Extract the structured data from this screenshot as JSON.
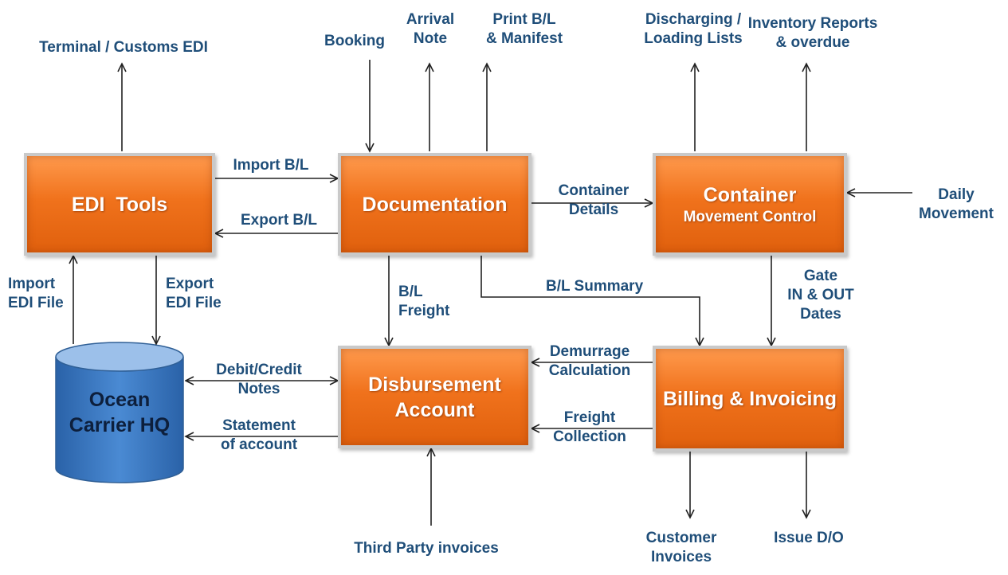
{
  "boxes": {
    "edi_tools": "EDI  Tools",
    "documentation": "Documentation",
    "container_title": "Container",
    "container_subtitle": "Movement Control",
    "disbursement": "Disbursement\nAccount",
    "billing": "Billing & Invoicing",
    "database": "Ocean\nCarrier HQ"
  },
  "labels": {
    "terminal_customs_edi": "Terminal / Customs EDI",
    "booking": "Booking",
    "arrival_note": "Arrival\nNote",
    "print_bl_manifest": "Print B/L\n& Manifest",
    "discharging_loading": "Discharging /\nLoading Lists",
    "inventory_reports": "Inventory Reports\n& overdue",
    "import_bl": "Import B/L",
    "export_bl": "Export B/L",
    "container_details": "Container\nDetails",
    "daily_movement": "Daily\nMovement",
    "import_edi_file": "Import\nEDI File",
    "export_edi_file": "Export\nEDI File",
    "bl_freight": "B/L\nFreight",
    "bl_summary": "B/L Summary",
    "gate_dates": "Gate\nIN & OUT\nDates",
    "debit_credit_notes": "Debit/Credit\nNotes",
    "statement_of_account": "Statement\nof account",
    "demurrage_calculation": "Demurrage\nCalculation",
    "freight_collection": "Freight\nCollection",
    "third_party_invoices": "Third Party invoices",
    "customer_invoices": "Customer\nInvoices",
    "issue_do": "Issue D/O"
  },
  "colors": {
    "box_orange": "#f0721c",
    "label_blue": "#1f4e79",
    "cylinder_blue": "#3a78c2",
    "arrow": "#222222"
  }
}
